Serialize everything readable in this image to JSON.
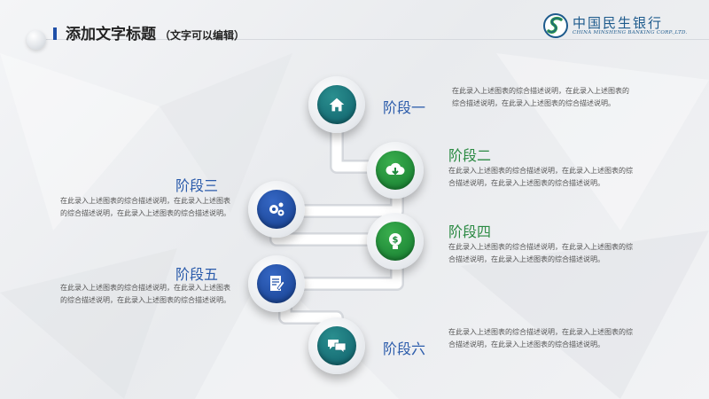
{
  "header": {
    "title": "添加文字标题",
    "subtitle": "（文字可以编辑）"
  },
  "logo": {
    "name_cn": "中国民生银行",
    "name_en": "CHINA MINSHENG BANKING CORP.,LTD."
  },
  "stages": [
    {
      "label": "阶段一",
      "desc": "在此录入上述图表的综合描述说明，在此录入上述图表的综合描述说明，在此录入上述图表的综合描述说明。",
      "icon": "home-icon",
      "color": "#1f6f78"
    },
    {
      "label": "阶段二",
      "desc": "在此录入上述图表的综合描述说明，在此录入上述图表的综合描述说明，在此录入上述图表的综合描述说明。",
      "icon": "cloud-download-icon",
      "color": "#1e8a3c"
    },
    {
      "label": "阶段三",
      "desc": "在此录入上述图表的综合描述说明，在此录入上述图表的综合描述说明，在此录入上述图表的综合描述说明。",
      "icon": "gears-icon",
      "color": "#1f4fa8"
    },
    {
      "label": "阶段四",
      "desc": "在此录入上述图表的综合描述说明，在此录入上述图表的综合描述说明，在此录入上述图表的综合描述说明。",
      "icon": "money-bulb-icon",
      "color": "#1e8a3c"
    },
    {
      "label": "阶段五",
      "desc": "在此录入上述图表的综合描述说明，在此录入上述图表的综合描述说明，在此录入上述图表的综合描述说明。",
      "icon": "document-edit-icon",
      "color": "#1f4fa8"
    },
    {
      "label": "阶段六",
      "desc": "在此录入上述图表的综合描述说明，在此录入上述图表的综合描述说明，在此录入上述图表的综合描述说明。",
      "icon": "chat-bubbles-icon",
      "color": "#1f6f78"
    }
  ]
}
